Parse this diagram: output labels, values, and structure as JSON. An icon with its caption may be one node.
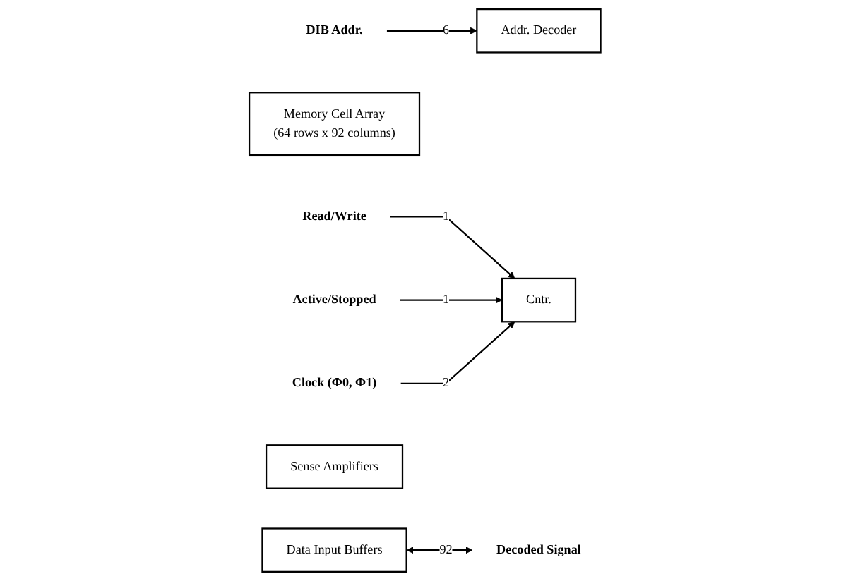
{
  "diagram": {
    "nodes": [
      {
        "text": [
          "DIB Addr."
        ]
      },
      {
        "text": [
          "Addr. Decoder"
        ]
      },
      {
        "text": [
          "Memory Cell Array",
          "(64 rows x 92 columns)"
        ]
      },
      {
        "text": [
          "Read/Write"
        ]
      },
      {
        "text": [
          "Active/Stopped"
        ]
      },
      {
        "text": [
          "Clock (Φ0, Φ1)"
        ]
      },
      {
        "text": [
          "Cntr."
        ]
      },
      {
        "text": [
          "Sense Amplifiers"
        ]
      },
      {
        "text": [
          "Data Input Buffers"
        ]
      },
      {
        "text": [
          "Decoded Signal"
        ]
      }
    ],
    "edges": [
      {
        "from": 0,
        "to": 1,
        "arrow": "to",
        "label": "6"
      },
      {
        "from": 3,
        "to": 6,
        "arrow": "to",
        "label": "1"
      },
      {
        "from": 4,
        "to": 6,
        "arrow": "to",
        "label": "1"
      },
      {
        "from": 5,
        "to": 6,
        "arrow": "to",
        "label": "2"
      },
      {
        "from": 8,
        "to": 9,
        "arrow": "both",
        "label": "92"
      }
    ]
  }
}
